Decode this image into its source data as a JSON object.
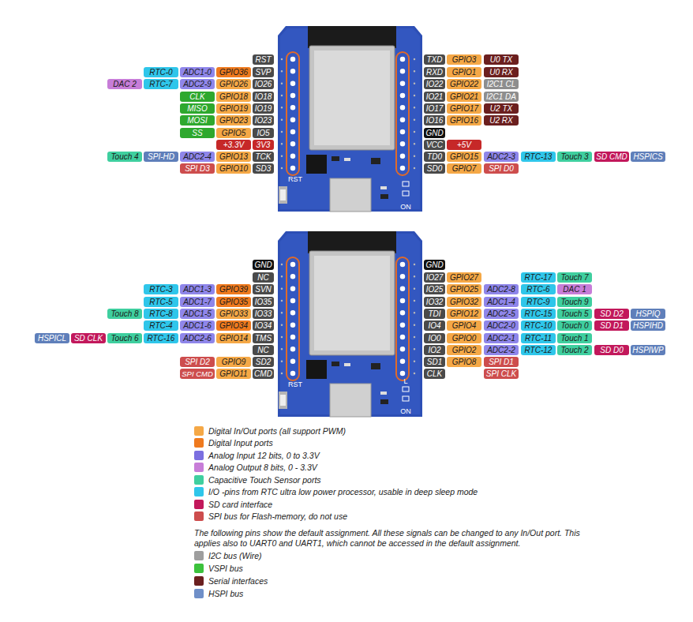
{
  "diagram": {
    "labels": [
      "RST",
      "SVP",
      "GPIO36",
      "ADC1-0",
      "RTC-0",
      "IO26",
      "GPIO26",
      "ADC2-9",
      "RTC-7",
      "DAC 2",
      "IO18",
      "GPIO18",
      "CLK",
      "IO19",
      "GPIO19",
      "MISO",
      "IO23",
      "GPIO23",
      "MOSI",
      "IO5",
      "GPIO5",
      "SS",
      "3V3",
      "+3.3V",
      "TCK",
      "GPIO13",
      "ADC2-4",
      "SPI-HD",
      "Touch 4",
      "SD3",
      "GPIO10",
      "SPI D3",
      "TXD",
      "GPIO3",
      "U0 TX",
      "RXD",
      "GPIO1",
      "U0 RX",
      "IO22",
      "GPIO22",
      "I2C1 CL",
      "IO21",
      "GPIO21",
      "I2C1 DA",
      "IO17",
      "GPIO17",
      "U2 TX",
      "IO16",
      "GPIO16",
      "U2 RX",
      "GND",
      "VCC",
      "+5V",
      "TD0",
      "GPIO15",
      "ADC2-3",
      "RTC-13",
      "Touch 3",
      "SD CMD",
      "HSPICS",
      "SD0",
      "GPIO7",
      "SPI D0",
      "RST",
      "ON",
      "GND",
      "NC",
      "SVN",
      "GPIO39",
      "ADC1-3",
      "RTC-3",
      "IO35",
      "GPIO35",
      "ADC1-7",
      "RTC-5",
      "IO33",
      "GPIO33",
      "ADC1-5",
      "RTC-8",
      "Touch 8",
      "IO34",
      "GPIO34",
      "ADC1-6",
      "RTC-4",
      "TMS",
      "GPIO14",
      "ADC2-6",
      "RTC-16",
      "Touch 6",
      "SD CLK",
      "HSPICL",
      "NC",
      "SD2",
      "GPIO9",
      "SPI D2",
      "CMD",
      "GPIO11",
      "SPI CMD",
      "GND",
      "IO27",
      "GPIO27",
      "RTC-17",
      "Touch 7",
      "IO25",
      "GPIO25",
      "ADC2-8",
      "RTC-6",
      "DAC 1",
      "IO32",
      "GPIO32",
      "ADC1-4",
      "RTC-9",
      "Touch 9",
      "TDI",
      "GPIO12",
      "ADC2-5",
      "RTC-15",
      "Touch 5",
      "SD D2",
      "HSPIQ",
      "IO4",
      "GPIO4",
      "ADC2-0",
      "RTC-10",
      "Touch 0",
      "SD D1",
      "HSPIHD",
      "IO0",
      "GPIO0",
      "ADC2-1",
      "RTC-11",
      "Touch 1",
      "IO2",
      "GPIO2",
      "ADC2-2",
      "RTC-12",
      "Touch 2",
      "SD D0",
      "HSPIWP",
      "SD1",
      "GPIO8",
      "SPI D1",
      "CLK",
      "SPI CLK",
      "RST",
      "L",
      "ON",
      "The following pins show the default assignment. All these signals can be changed to any In/Out port. This applies also to UART0 and UART1, which cannot be accessed in the default assignment."
    ],
    "legend": [
      {
        "text": "Digital In/Out ports (all support PWM)",
        "color": "#f5a846"
      },
      {
        "text": "Digital Input ports",
        "color": "#ef7a1e"
      },
      {
        "text": "Analog Input 12 bits, 0 to 3.3V",
        "color": "#7b6fe0"
      },
      {
        "text": "Analog Output 8 bits, 0 - 3.3V",
        "color": "#c77dd8"
      },
      {
        "text": "Capacitive Touch Sensor ports",
        "color": "#3fcf9f"
      },
      {
        "text": "I/O -pins from RTC ultra low power processor, usable in deep sleep mode",
        "color": "#2fc6ea"
      },
      {
        "text": "SD card interface",
        "color": "#c2185b"
      },
      {
        "text": "SPI bus for Flash-memory, do not use",
        "color": "#cd4d4d"
      },
      {
        "text": "I2C bus (Wire)",
        "color": "#9e9e9e"
      },
      {
        "text": "VSPI bus",
        "color": "#3cc23c"
      },
      {
        "text": "Serial interfaces",
        "color": "#6b1f1f"
      },
      {
        "text": "HSPI bus",
        "color": "#6f8fc8"
      }
    ]
  }
}
